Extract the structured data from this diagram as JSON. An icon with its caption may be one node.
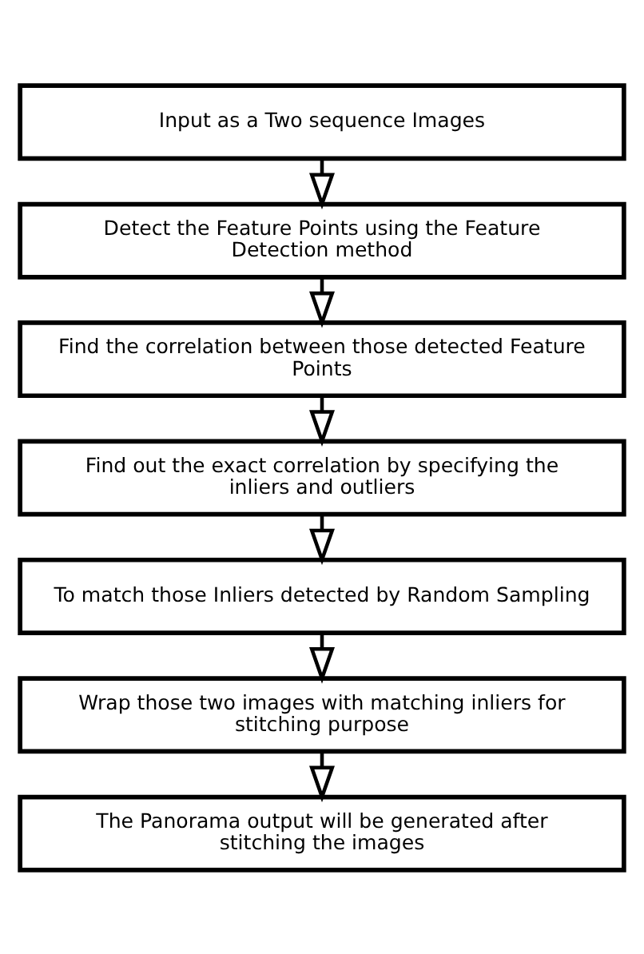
{
  "diagram": {
    "nodes": [
      {
        "text": [
          "Input as a Two sequence Images"
        ]
      },
      {
        "text": [
          "Detect the Feature Points using the Feature Detection method"
        ]
      },
      {
        "text": [
          "Find the correlation between those detected Feature Points"
        ]
      },
      {
        "text": [
          "Find out the exact correlation by specifying the inliers and outliers"
        ]
      },
      {
        "text": [
          "To match those Inliers detected by Random Sampling"
        ]
      },
      {
        "text": [
          "Wrap those two images with matching inliers for stitching purpose"
        ]
      },
      {
        "text": [
          "The Panorama output will be generated after stitching the images"
        ]
      }
    ],
    "edges": [
      {
        "from": 0,
        "to": 1,
        "arrow": "to"
      },
      {
        "from": 1,
        "to": 2,
        "arrow": "to"
      },
      {
        "from": 2,
        "to": 3,
        "arrow": "to"
      },
      {
        "from": 3,
        "to": 4,
        "arrow": "to"
      },
      {
        "from": 4,
        "to": 5,
        "arrow": "to"
      },
      {
        "from": 5,
        "to": 6,
        "arrow": "to"
      }
    ]
  }
}
